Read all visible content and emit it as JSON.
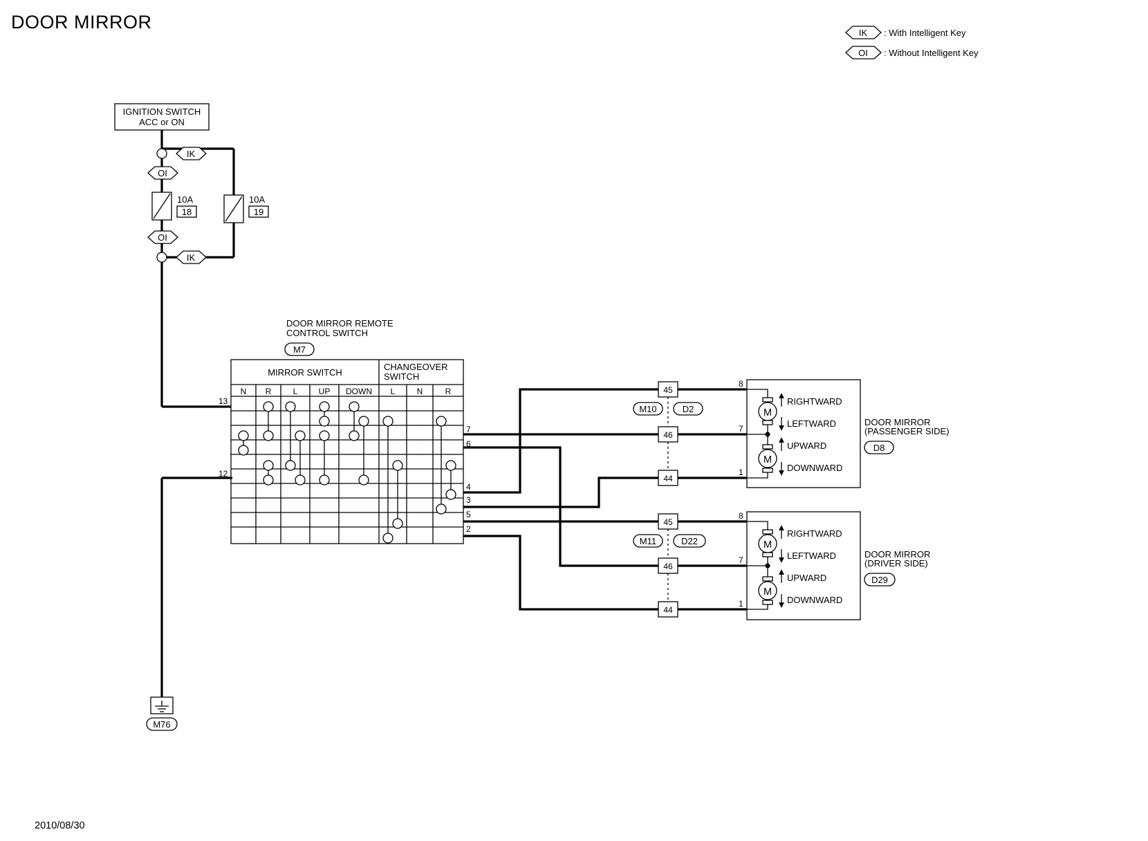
{
  "title": "DOOR MIRROR",
  "date": "2010/08/30",
  "legend": [
    {
      "code": "IK",
      "text": ": With Intelligent Key"
    },
    {
      "code": "OI",
      "text": ": Without Intelligent Key"
    }
  ],
  "ignition": {
    "line1": "IGNITION SWITCH",
    "line2": "ACC or ON"
  },
  "tags": {
    "ik": "IK",
    "oi": "OI"
  },
  "fuses": [
    {
      "amps": "10A",
      "number": "18"
    },
    {
      "amps": "10A",
      "number": "19"
    }
  ],
  "remote_switch": {
    "line1": "DOOR MIRROR REMOTE",
    "line2": "CONTROL SWITCH",
    "connector": "M7"
  },
  "switch_table": {
    "mirror_header": "MIRROR SWITCH",
    "changeover_header_1": "CHANGEOVER",
    "changeover_header_2": "SWITCH",
    "columns": [
      "N",
      "R",
      "L",
      "UP",
      "DOWN",
      "L",
      "N",
      "R"
    ]
  },
  "switch_pins": {
    "p13": "13",
    "p12": "12",
    "p7": "7",
    "p6": "6",
    "p4": "4",
    "p3": "3",
    "p5": "5",
    "p2": "2"
  },
  "junction_pins": {
    "p45": "45",
    "p46": "46",
    "p44": "44"
  },
  "connector_tags": {
    "m10": "M10",
    "d2": "D2",
    "m11": "M11",
    "d22": "D22"
  },
  "motor_pins": {
    "p8": "8",
    "p7": "7",
    "p1": "1"
  },
  "motor_symbol": "M",
  "directions": {
    "right": "RIGHTWARD",
    "left": "LEFTWARD",
    "up": "UPWARD",
    "down": "DOWNWARD"
  },
  "passenger_mirror": {
    "line1": "DOOR MIRROR",
    "line2": "(PASSENGER SIDE)",
    "connector": "D8"
  },
  "driver_mirror": {
    "line1": "DOOR MIRROR",
    "line2": "(DRIVER SIDE)",
    "connector": "D29"
  },
  "ground": {
    "connector": "M76"
  }
}
